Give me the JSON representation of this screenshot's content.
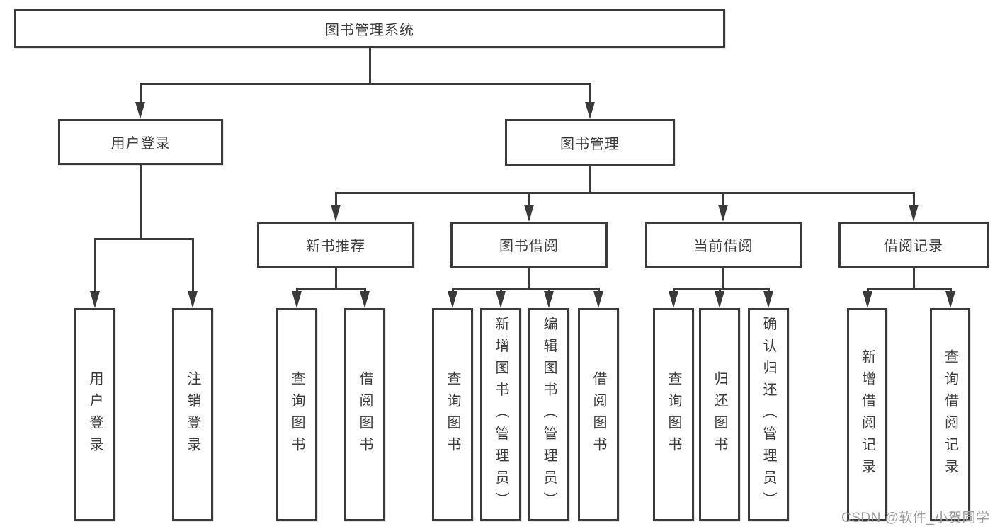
{
  "diagram": {
    "root": "图书管理系统",
    "level2": {
      "user_login": "用户登录",
      "book_management": "图书管理"
    },
    "level3": {
      "new_book_recommendation": "新书推荐",
      "book_borrowing": "图书借阅",
      "current_borrowing": "当前借阅",
      "borrowing_records": "借阅记录"
    },
    "level4": {
      "user_login_children": [
        "用户登录",
        "注销登录"
      ],
      "new_book_recommendation_children": [
        "查询图书",
        "借阅图书"
      ],
      "book_borrowing_children": [
        "查询图书",
        "新增图书（管理员）",
        "编辑图书（管理员）",
        "借阅图书"
      ],
      "current_borrowing_children": [
        "查询图书",
        "归还图书",
        "确认归还（管理员）"
      ],
      "borrowing_records_children": [
        "新增借阅记录",
        "查询借阅记录"
      ]
    }
  },
  "watermark": {
    "text": "CSDN @软件_小贺同学"
  },
  "colors": {
    "line": "#3a3a3a",
    "box_border": "#3a3a3a",
    "text": "#3b3b3b",
    "background": "#ffffff",
    "watermark": "#9b9b9b"
  }
}
